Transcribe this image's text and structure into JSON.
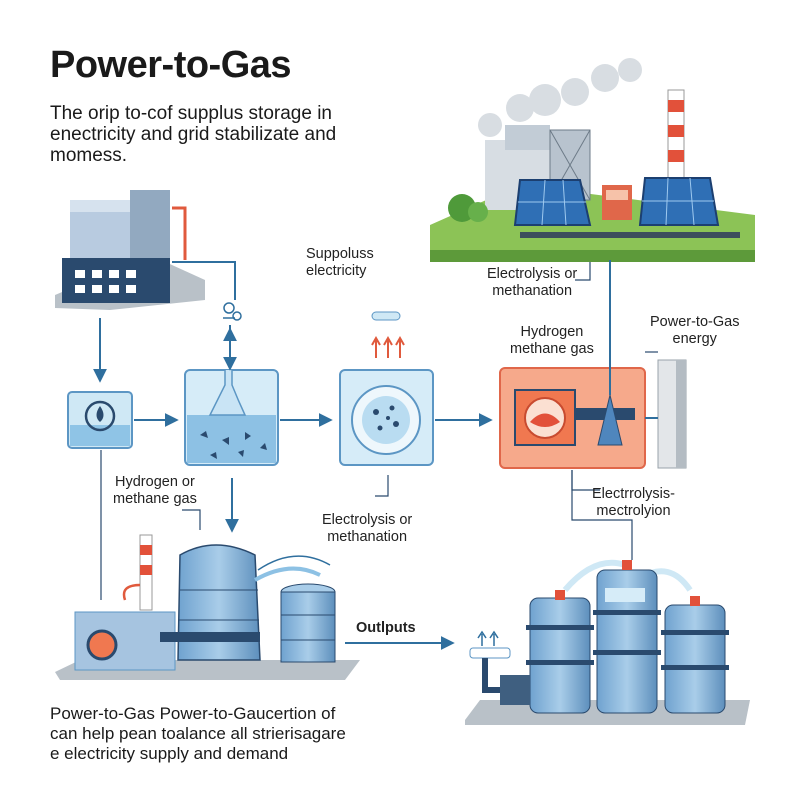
{
  "title": "Power-to-Gas",
  "subtitle_lines": [
    "The orip to-cof supplus storage in",
    "enectricity and grid stabilizate and",
    "momess."
  ],
  "footer_lines": [
    "Power-to-Gas Power-to-Gaucertion of",
    "can help pean toalance all strierisagare",
    "e electricity supply and demand"
  ],
  "labels": {
    "surplus_line1": "Suppoluss",
    "surplus_line2": "electricity",
    "top_electrolysis_line1": "Electrolysis or",
    "top_electrolysis_line2": "methanation",
    "hydrogen_top_line1": "Hydrogen",
    "hydrogen_top_line2": "methane gas",
    "ptg_energy_line1": "Power-to-Gas",
    "ptg_energy_line2": "energy",
    "hydrogen_left_line1": "Hydrogen or",
    "hydrogen_left_line2": "methane gas",
    "mid_electrolysis_line1": "Electrolysis or",
    "mid_electrolysis_line2": "methanation",
    "electrolysis_right_line1": "Electrrolysis-",
    "electrolysis_right_line2": "mectrolyion",
    "outputs": "Outlputs"
  },
  "colors": {
    "accent_blue": "#2f6f9e",
    "light_blue": "#bfe0f3",
    "orange": "#f07850",
    "dark_navy": "#2a4a6e",
    "grass": "#8cc356"
  }
}
